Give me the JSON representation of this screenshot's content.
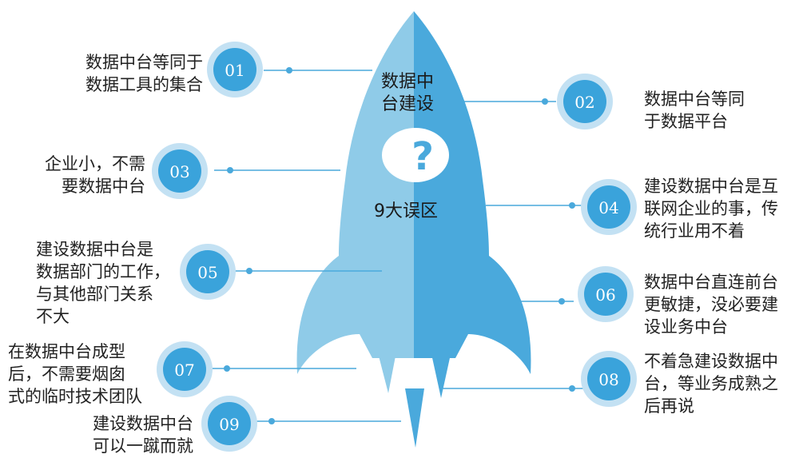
{
  "colors": {
    "body_light": "#8fcbe8",
    "body_dark": "#4aa9dc",
    "window": "#ffffff",
    "badge_outer": "#c3e1f3",
    "badge_inner": "#3aa3db",
    "line": "#4aa9dc",
    "text": "#222222"
  },
  "rocket": {
    "title_line1": "数据中",
    "title_line2": "台建设",
    "question_mark": "?",
    "subtitle": "9大误区"
  },
  "items": [
    {
      "number": "01",
      "text": "数据中台等同于\n数据工具的集合"
    },
    {
      "number": "02",
      "text": "数据中台等同\n于数据平台"
    },
    {
      "number": "03",
      "text": "企业小，不需\n要数据中台"
    },
    {
      "number": "04",
      "text": "建设数据中台是互\n联网企业的事，传\n统行业用不着"
    },
    {
      "number": "05",
      "text": "建设数据中台是\n数据部门的工作，\n与其他部门关系\n不大"
    },
    {
      "number": "06",
      "text": "数据中台直连前台\n更敏捷，没必要建\n设业务中台"
    },
    {
      "number": "07",
      "text": "在数据中台成型\n后，不需要烟囱\n式的临时技术团队"
    },
    {
      "number": "08",
      "text": "不着急建设数据中\n台，等业务成熟之\n后再说"
    },
    {
      "number": "09",
      "text": "建设数据中台\n可以一蹴而就"
    }
  ]
}
